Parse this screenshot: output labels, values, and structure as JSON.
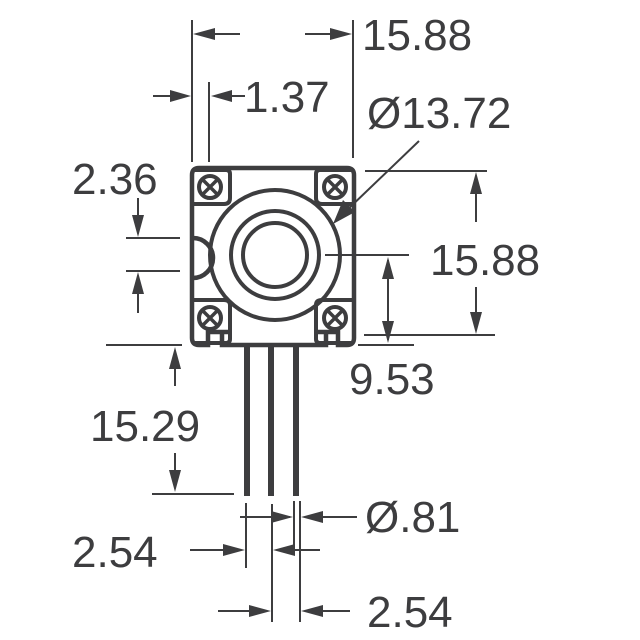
{
  "drawing": {
    "type": "mechanical dimension drawing",
    "subject": "rotary encoder / potentiometer, front view with 3 pins",
    "line_color": "#3d3d3f",
    "background": "#ffffff",
    "dimensions": {
      "overall_width": "15.88",
      "flange_offset": "1.37",
      "knob_diameter": "Ø13.72",
      "side_notch": "2.36",
      "overall_height": "15.88",
      "shaft_center_height": "9.53",
      "pin_length": "15.29",
      "pin_diameter": "Ø.81",
      "pin_pitch_left": "2.54",
      "pin_pitch_right": "2.54"
    }
  }
}
